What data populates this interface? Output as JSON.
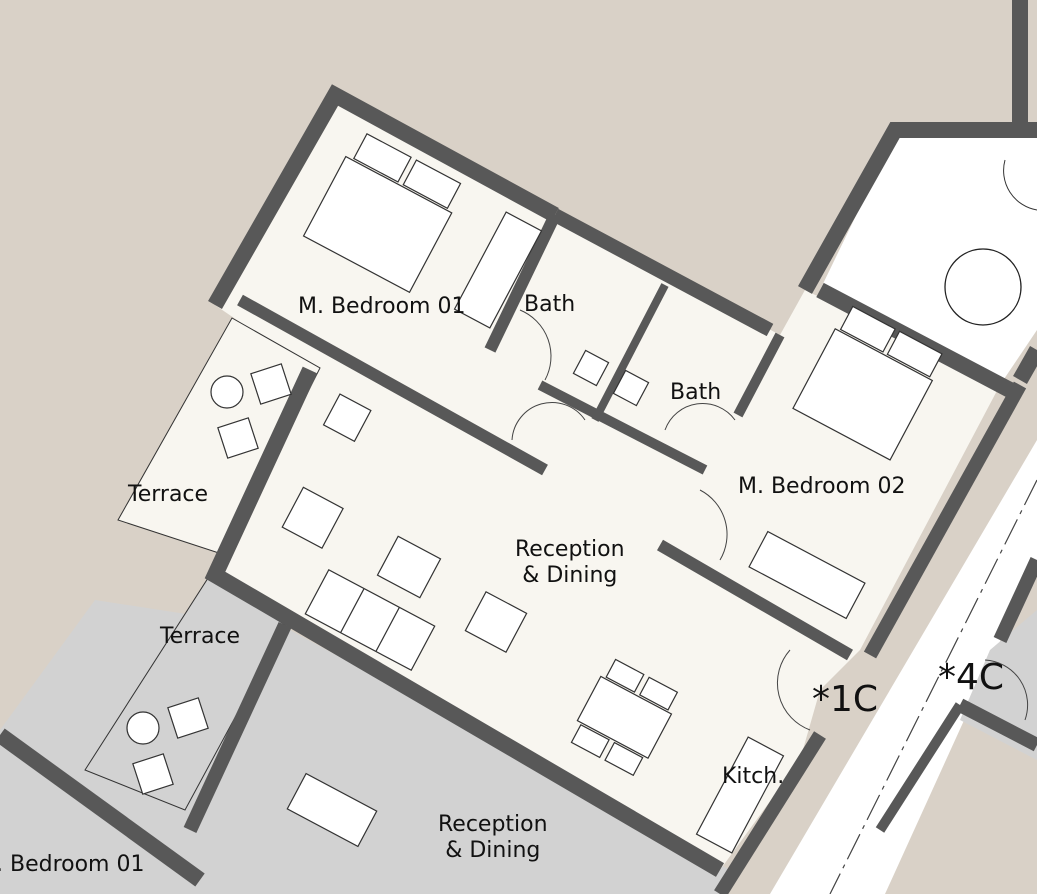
{
  "plan": {
    "colors": {
      "background": "#d9d1c7",
      "wall": "#585858",
      "floor_unit": "#f8f6f0",
      "floor_neighbor": "#d2d2d2",
      "corridor": "#ffffff",
      "line": "#333333"
    },
    "rooms": [
      {
        "id": "m-bedroom-01",
        "label": "M. Bedroom 01"
      },
      {
        "id": "bath-1",
        "label": "Bath"
      },
      {
        "id": "bath-2",
        "label": "Bath"
      },
      {
        "id": "m-bedroom-02",
        "label": "M. Bedroom 02"
      },
      {
        "id": "terrace-upper",
        "label": "Terrace"
      },
      {
        "id": "reception-dining",
        "label_line1": "Reception",
        "label_line2": "& Dining"
      },
      {
        "id": "terrace-lower",
        "label": "Terrace"
      },
      {
        "id": "kitchen",
        "label": "Kitch."
      },
      {
        "id": "reception-dining-lower",
        "label_line1": "Reception",
        "label_line2": "& Dining"
      },
      {
        "id": "bedroom-01-lower",
        "label": ". Bedroom 01"
      }
    ],
    "units": [
      {
        "id": "unit-1c",
        "label": "*1C"
      },
      {
        "id": "unit-4c",
        "label": "*4C"
      }
    ]
  }
}
